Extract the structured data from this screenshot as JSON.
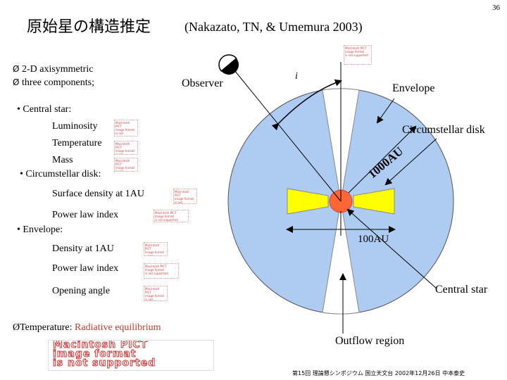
{
  "slide": {
    "page_number": "36",
    "title": "原始星の構造推定",
    "citation": "(Nakazato, TN, & Umemura 2003)",
    "footer": "第15回 理論懇シンポジウム 国立天文台 2002年12月26日 中本泰史"
  },
  "left_list": {
    "items": [
      {
        "marker": "Ø",
        "text": "2-D axisymmetric"
      },
      {
        "marker": "Ø",
        "text": "three components;"
      }
    ],
    "central_star_heading": "• Central star:",
    "central_star_params": [
      "Luminosity",
      "Temperature",
      "Mass"
    ],
    "disk_heading": "• Circumstellar disk:",
    "disk_params": [
      "Surface density at 1AU",
      "Power law index"
    ],
    "envelope_heading": "• Envelope:",
    "envelope_params": [
      "Density at 1AU",
      "Power law index",
      "Opening angle"
    ],
    "temperature_label": "ØTemperature:",
    "temperature_value": "Radiative equilibrium"
  },
  "pict_placeholder": {
    "line1": "Macintosh PICT",
    "line2": "image format",
    "line3": "is not supported"
  },
  "diagram": {
    "observer_label": "Observer",
    "inclination_label": "i",
    "envelope_label": "Envelope",
    "disk_label": "Circumstellar disk",
    "radius_label_rotated": "1000AU",
    "scale_label": "100AU",
    "central_star_label": "Central star",
    "outflow_label": "Outflow region"
  },
  "colors": {
    "envelope_fill": "#aecbf2",
    "outflow_fill": "#ffffff",
    "disk_fill": "#ffff00",
    "star_fill": "#ff6633",
    "arrow_color": "#000000",
    "placeholder_red": "#cc3333"
  }
}
